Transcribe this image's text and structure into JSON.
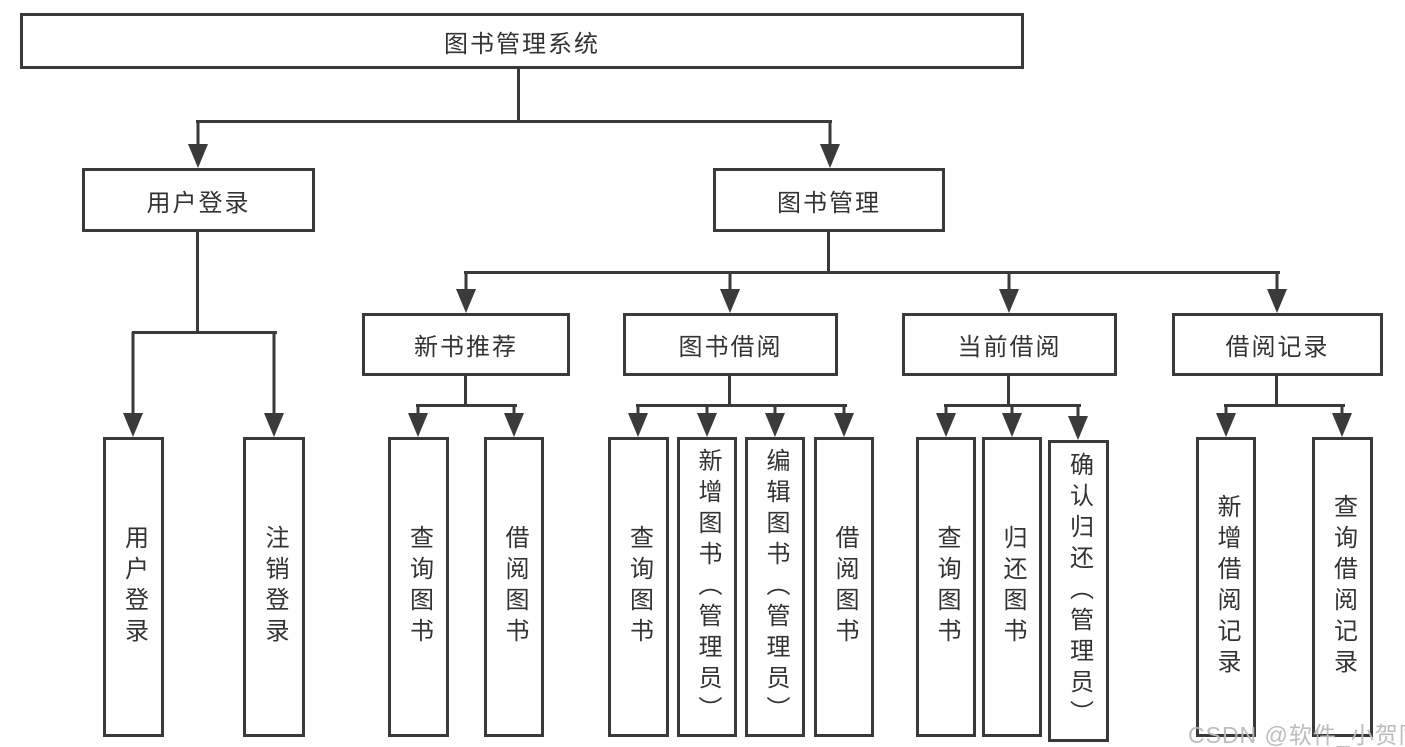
{
  "tree": {
    "label": "图书管理系统",
    "children": [
      {
        "label": "用户登录",
        "children": [
          {
            "label": "用户登录"
          },
          {
            "label": "注销登录"
          }
        ]
      },
      {
        "label": "图书管理",
        "children": [
          {
            "label": "新书推荐",
            "children": [
              {
                "label": "查询图书"
              },
              {
                "label": "借阅图书"
              }
            ]
          },
          {
            "label": "图书借阅",
            "children": [
              {
                "label": "查询图书"
              },
              {
                "label": "新增图书（管理员）"
              },
              {
                "label": "编辑图书（管理员）"
              },
              {
                "label": "借阅图书"
              }
            ]
          },
          {
            "label": "当前借阅",
            "children": [
              {
                "label": "查询图书"
              },
              {
                "label": "归还图书"
              },
              {
                "label": "确认归还（管理员）"
              }
            ]
          },
          {
            "label": "借阅记录",
            "children": [
              {
                "label": "新增借阅记录"
              },
              {
                "label": "查询借阅记录"
              }
            ]
          }
        ]
      }
    ]
  },
  "watermark": {
    "text": "CSDN @软件_小贺同学"
  },
  "colors": {
    "line": "#3a3a3a",
    "text": "#333333",
    "watermark": "#b8b8be"
  }
}
